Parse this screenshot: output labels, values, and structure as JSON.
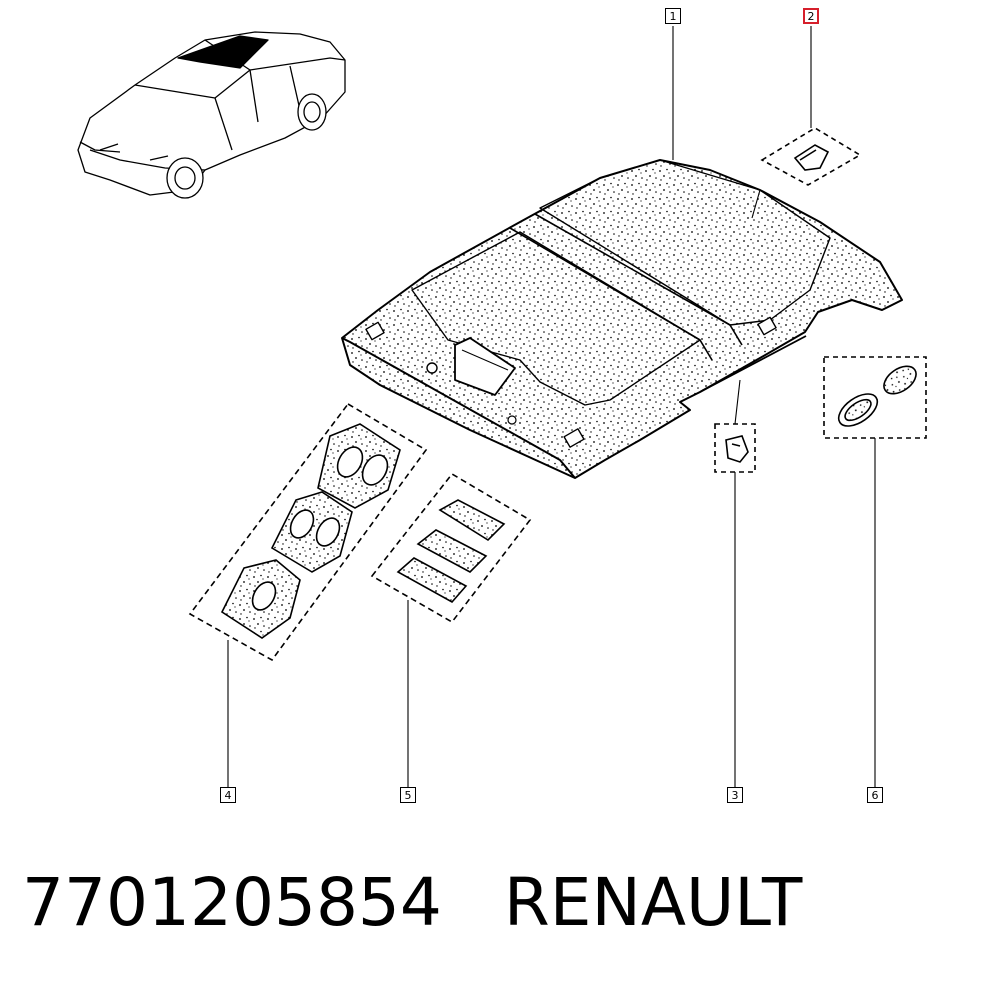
{
  "callouts": {
    "c1": "1",
    "c2": "2",
    "c3": "3",
    "c4": "4",
    "c5": "5",
    "c6": "6"
  },
  "highlight_callout": "2",
  "highlight_color": "#d61f2b",
  "footer": {
    "part_number": "7701205854",
    "brand": "RENAULT"
  }
}
